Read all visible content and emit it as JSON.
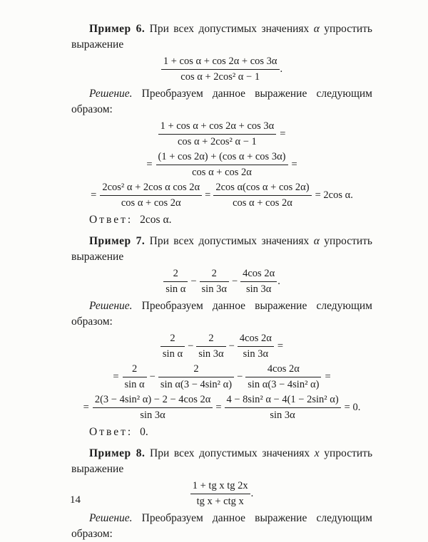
{
  "page_number": "14",
  "ex6": {
    "label": "Пример 6.",
    "intro_pre": "При всех допустимых значениях",
    "var": "α",
    "intro_post": "упростить выражение",
    "given": {
      "num": "1 + cos α + cos 2α + cos 3α",
      "den": "cos α + 2cos² α − 1",
      "punct": "."
    },
    "sol_label": "Решение.",
    "sol_text": "Преобразуем данное выражение следующим образом:",
    "s1": {
      "num": "1 + cos α + cos 2α + cos 3α",
      "den": "cos α + 2cos² α − 1",
      "tail": "="
    },
    "s2": {
      "lead": "=",
      "num": "(1 + cos 2α) + (cos α + cos 3α)",
      "den": "cos α + cos 2α",
      "tail": "="
    },
    "s3": {
      "lead": "=",
      "f1num": "2cos² α + 2cos α cos 2α",
      "f1den": "cos α + cos 2α",
      "mid": "=",
      "f2num": "2cos α(cos α + cos 2α)",
      "f2den": "cos α + cos 2α",
      "tail": "= 2cos α."
    },
    "answer_label": "Ответ:",
    "answer": "2cos α."
  },
  "ex7": {
    "label": "Пример 7.",
    "intro_pre": "При всех допустимых значениях",
    "var": "α",
    "intro_post": "упростить выражение",
    "given": {
      "f1num": "2",
      "f1den": "sin α",
      "op1": "−",
      "f2num": "2",
      "f2den": "sin 3α",
      "op2": "−",
      "f3num": "4cos 2α",
      "f3den": "sin 3α",
      "punct": "."
    },
    "sol_label": "Решение.",
    "sol_text": "Преобразуем данное выражение следующим образом:",
    "s1": {
      "f1num": "2",
      "f1den": "sin α",
      "op1": "−",
      "f2num": "2",
      "f2den": "sin 3α",
      "op2": "−",
      "f3num": "4cos 2α",
      "f3den": "sin 3α",
      "tail": "="
    },
    "s2": {
      "lead": "=",
      "f1num": "2",
      "f1den": "sin α",
      "op1": "−",
      "f2num": "2",
      "f2den": "sin α(3 − 4sin² α)",
      "op2": "−",
      "f3num": "4cos 2α",
      "f3den": "sin α(3 − 4sin² α)",
      "tail": "="
    },
    "s3": {
      "lead": "=",
      "f1num": "2(3 − 4sin² α) − 2 − 4cos 2α",
      "f1den": "sin 3α",
      "mid": "=",
      "f2num": "4 − 8sin² α − 4(1 − 2sin² α)",
      "f2den": "sin 3α",
      "tail": "= 0."
    },
    "answer_label": "Ответ:",
    "answer": "0."
  },
  "ex8": {
    "label": "Пример 8.",
    "intro_pre": "При всех допустимых значениях",
    "var": "x",
    "intro_post": "упростить выражение",
    "given": {
      "num": "1 + tg x tg 2x",
      "den": "tg x + ctg x",
      "punct": "."
    },
    "sol_label": "Решение.",
    "sol_text": "Преобразуем данное выражение следующим образом:"
  }
}
